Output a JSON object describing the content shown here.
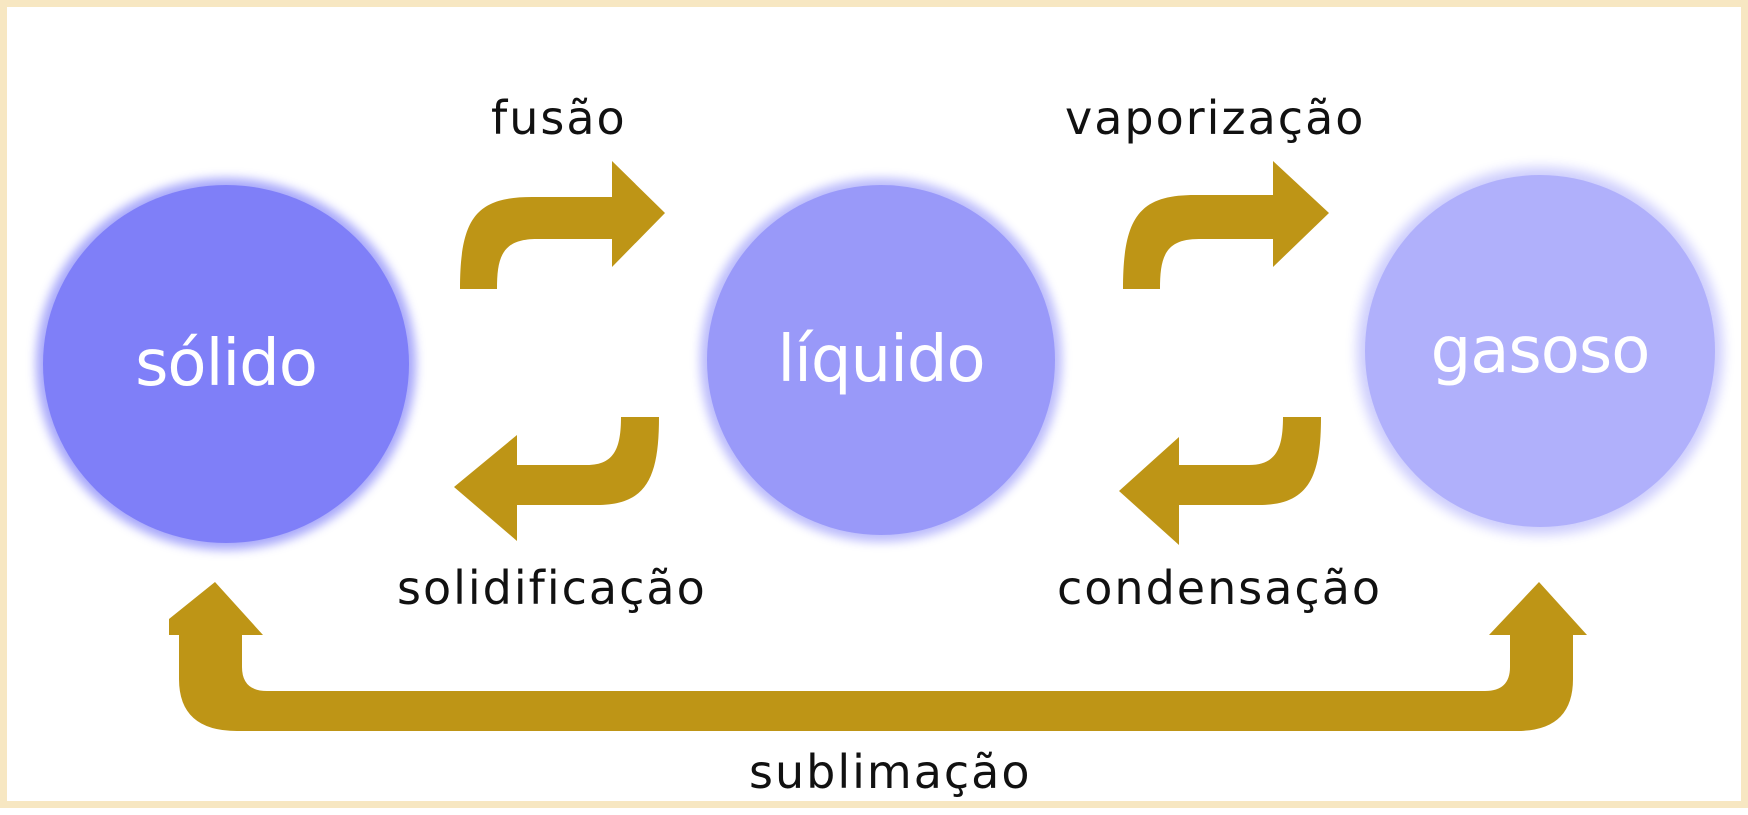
{
  "colors": {
    "arrow": "#be9516",
    "solid": "#7f7ff8",
    "liquid": "#9999f9",
    "gas": "#b0b0fb",
    "frame": "#f7e7c2"
  },
  "states": {
    "solid": "sólido",
    "liquid": "líquido",
    "gas": "gasoso"
  },
  "transitions": {
    "fusion": "fusão",
    "vaporization": "vaporização",
    "solidification": "solidificação",
    "condensation": "condensação",
    "sublimation": "sublimação"
  }
}
